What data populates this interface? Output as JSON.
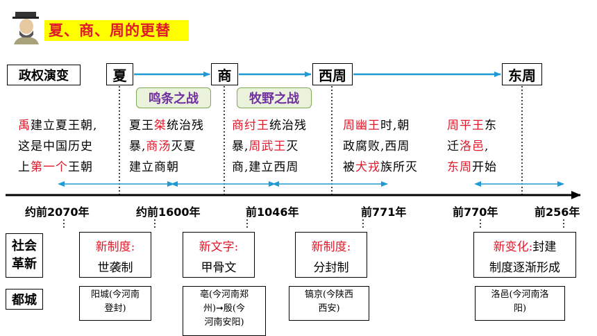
{
  "header": {
    "title": "夏、商、周的更替"
  },
  "rows": {
    "regime": "政权演变",
    "society": "社会革新",
    "capital": "都城"
  },
  "society_lines": [
    "社会",
    "革新"
  ],
  "regimes": [
    "夏",
    "商",
    "西周",
    "东周"
  ],
  "battles": [
    "鸣条之战",
    "牧野之战"
  ],
  "descriptions": {
    "xia": {
      "l1a": "禹",
      "l1b": "建立夏王朝,",
      "l2": "这是中国历史",
      "l3a": "上",
      "l3b": "第一个",
      "l3c": "王朝"
    },
    "shang": {
      "l1a": "夏王",
      "l1b": "桀",
      "l1c": "统治残",
      "l2a": "暴,",
      "l2b": "商汤",
      "l2c": "灭夏",
      "l3": "建立商朝"
    },
    "zhou": {
      "l1a": "商纣王",
      "l1b": "统治残",
      "l2a": "暴,",
      "l2b": "周武王",
      "l2c": "灭",
      "l3": "商,建立西周"
    },
    "xizhou": {
      "l1a": "周幽王",
      "l1b": "时,朝",
      "l2": "政腐败,西周",
      "l3a": "被",
      "l3b": "犬戎",
      "l3c": "族所灭"
    },
    "dongzhou": {
      "l1a": "周平王",
      "l1b": "东",
      "l2a": "迁",
      "l2b": "洛邑",
      "l2c": ",",
      "l3a": "东周",
      "l3b": "开始"
    }
  },
  "years": [
    "约前2070年",
    "约前1600年",
    "前1046年",
    "前771年",
    "前770年",
    "前256年"
  ],
  "reforms": [
    {
      "label": "新制度:",
      "value": "世袭制"
    },
    {
      "label": "新文字:",
      "value": "甲骨文"
    },
    {
      "label": "新制度:",
      "value": "分封制"
    },
    {
      "label": "新变化:",
      "rest": "封建",
      "value": "制度逐渐形成"
    }
  ],
  "capitals": [
    {
      "l1": "阳城(今河南",
      "l2": "登封)"
    },
    {
      "l1": "亳(今河南郑",
      "l2": "州)➞殷(今",
      "l3": "河南安阳)"
    },
    {
      "l1": "镐京(今陕西",
      "l2": "西安)"
    },
    {
      "l1": "洛邑(今河南洛",
      "l2": "阳)"
    }
  ],
  "colors": {
    "title_bg": "#ffff00",
    "accent_red": "#e0182a",
    "arrow_blue": "#1e9ad6",
    "battle_bg": "#eaf2dc",
    "battle_text": "#7030a0"
  }
}
